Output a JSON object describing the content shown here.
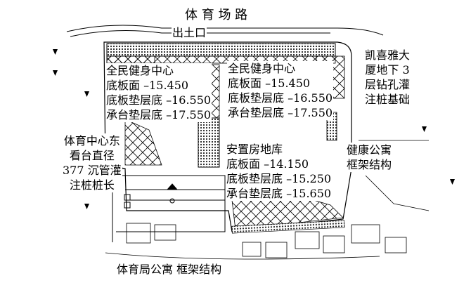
{
  "labels": {
    "road": "体 育 场 路",
    "exit": "出土口",
    "fitness_west": [
      "全民健身中心",
      "底板面 –15.450",
      "底板垫层底 –16.550",
      "承台垫层底 –17.550"
    ],
    "fitness_east": [
      "全民健身中心",
      "底板面 –15.450",
      "底板垫层底 –16.550",
      "承台垫层底 –17.550"
    ],
    "kaixi": [
      "凯喜雅大",
      "厦地下 3",
      "层钻孔灌",
      "注桩基础"
    ],
    "stadium": [
      "体育中心东",
      "看台直径",
      "377 沉管灌",
      "注桩桩长"
    ],
    "resettlement": [
      "安置房地库",
      "底板面 –14.150",
      "底板垫层底 –15.250",
      "承台垫层底 –15.650"
    ],
    "health_apartment": [
      "健康公寓",
      "框架结构"
    ],
    "sports_bureau": "体育局公寓  框架结构"
  },
  "colors": {
    "line": "#000000",
    "background": "#ffffff",
    "hatch_dark": "#222222"
  }
}
